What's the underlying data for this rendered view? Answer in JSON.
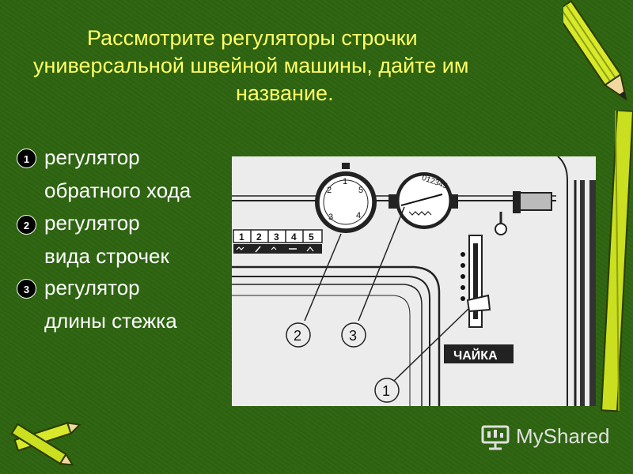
{
  "title": {
    "line1": "Рассмотрите регуляторы строчки",
    "line2": "универсальной швейной машины, дайте им",
    "line3": "название."
  },
  "items": [
    {
      "number": "1",
      "line1": "регулятор",
      "line2": "обратного хода"
    },
    {
      "number": "2",
      "line1": "регулятор",
      "line2": "вида строчек"
    },
    {
      "number": "3",
      "line1": "регулятор",
      "line2": "длины стежка"
    }
  ],
  "figure": {
    "brand": "ЧАЙКА",
    "selector_numbers": [
      "1",
      "2",
      "3",
      "4",
      "5"
    ],
    "dial_left_digits": [
      "1",
      "2",
      "3",
      "4",
      "5"
    ],
    "dial_right_digits": "012345",
    "callouts": [
      "1",
      "2",
      "3"
    ]
  },
  "watermark": "MyShared"
}
